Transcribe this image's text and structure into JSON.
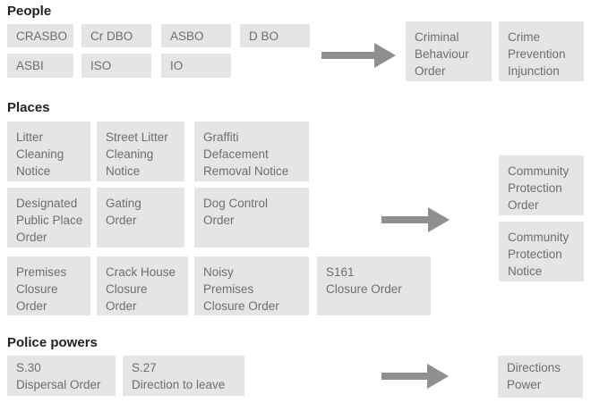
{
  "colors": {
    "background": "#ffffff",
    "box_fill": "#e5e5e5",
    "box_text": "#6e6e6e",
    "heading_text": "#222222",
    "arrow": "#8f8f8f"
  },
  "people": {
    "heading": "People",
    "items": [
      "CRASBO",
      "Cr DBO",
      "ASBO",
      "D BO",
      "ASBI",
      "ISO",
      "IO"
    ],
    "outcomes": [
      "Criminal\nBehaviour\nOrder",
      "Crime\nPrevention\nInjunction"
    ]
  },
  "places": {
    "heading": "Places",
    "items": [
      "Litter\nCleaning\nNotice",
      "Street Litter\nCleaning\nNotice",
      "Graffiti\nDefacement\nRemoval Notice",
      "Designated\nPublic Place\nOrder",
      "Gating\nOrder",
      "Dog Control\nOrder",
      "Premises\nClosure\nOrder",
      "Crack House\nClosure\nOrder",
      "Noisy\nPremises\nClosure Order",
      "S161\nClosure Order"
    ],
    "outcomes": [
      "Community\nProtection\nOrder",
      "Community\nProtection\nNotice"
    ]
  },
  "police": {
    "heading": "Police powers",
    "items": [
      "S.30\nDispersal Order",
      "S.27\nDirection to leave"
    ],
    "outcomes": [
      "Directions\nPower"
    ]
  }
}
